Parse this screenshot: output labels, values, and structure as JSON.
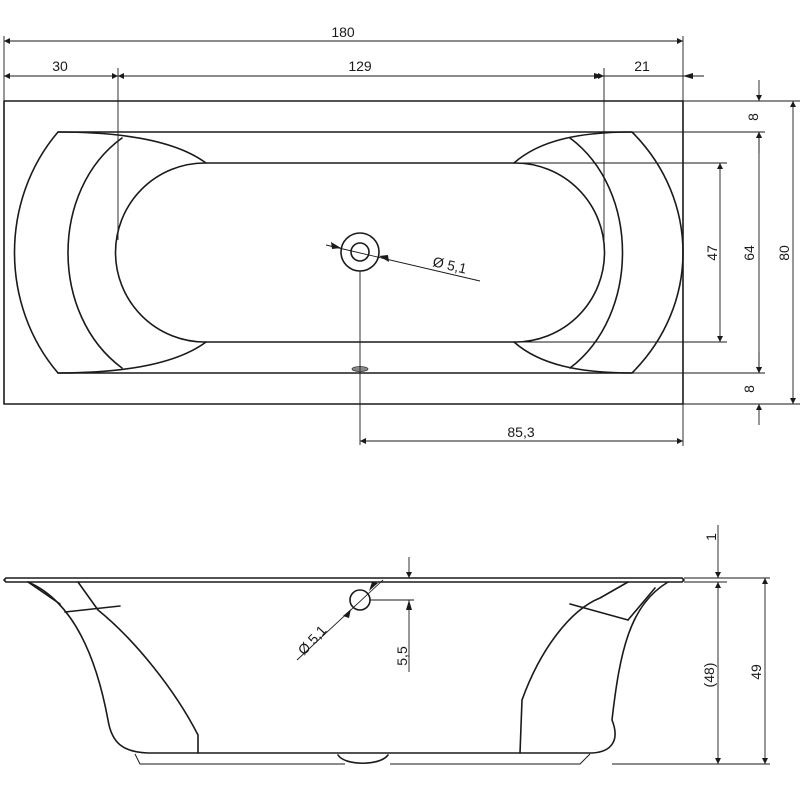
{
  "top_view": {
    "overall_length": "180",
    "left_offset": "30",
    "inner_length": "129",
    "right_offset": "21",
    "drain_offset": "85,3",
    "drain_diameter": "Ø 5,1",
    "rim_top": "8",
    "inner_width": "47",
    "basin_width": "64",
    "overall_width": "80",
    "rim_bottom": "8"
  },
  "side_view": {
    "overflow_diameter": "Ø 5,1",
    "overflow_height": "5,5",
    "rim_thickness": "1",
    "inner_depth": "(48)",
    "overall_depth": "49"
  }
}
